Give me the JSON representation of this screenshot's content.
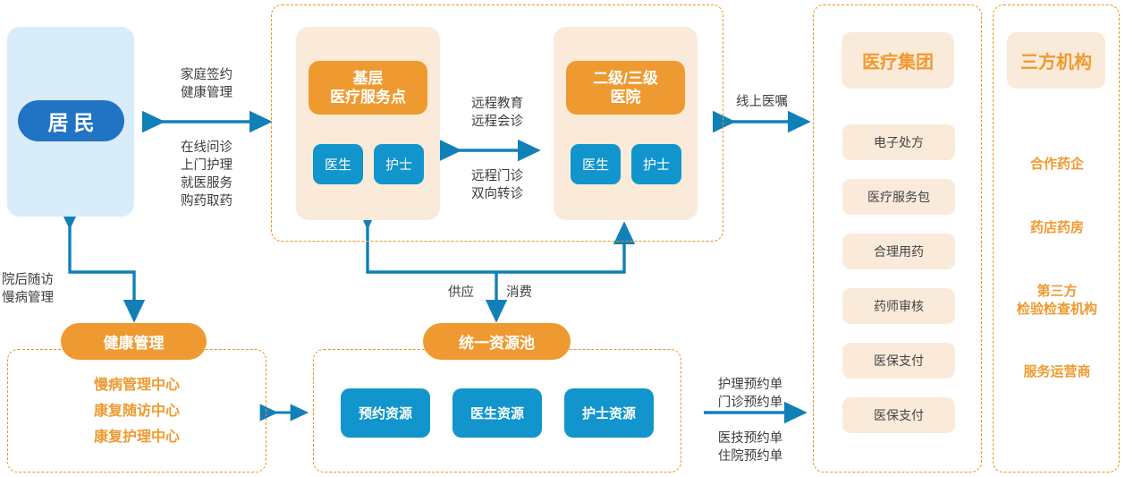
{
  "colors": {
    "blue_dark": "#2173c4",
    "blue": "#1195cc",
    "orange": "#ef9a30",
    "beige": "#faeada",
    "dash": "#f0921e",
    "light_blue_panel": "#d8ecfa",
    "arrow": "#1180b8",
    "text": "#3c3c3c"
  },
  "resident": {
    "label": "居民"
  },
  "core": {
    "orgs": [
      {
        "title": "基层\n医疗服务点",
        "roles": [
          "医生",
          "护士"
        ]
      },
      {
        "title": "二级/三级\n医院",
        "roles": [
          "医生",
          "护士"
        ]
      }
    ],
    "between_top": "远程教育\n远程会诊",
    "between_bottom": "远程门诊\n双向转诊"
  },
  "links": {
    "resident_top": "家庭签约\n健康管理",
    "resident_bottom": "在线问诊\n上门护理\n就医服务\n购药取药",
    "hospital_to_group": "线上医嘱",
    "post_discharge": "院后随访\n慢病管理",
    "supply": "供应",
    "consume": "消费",
    "orders_top": "护理预约单\n门诊预约单",
    "orders_bottom": "医技预约单\n住院预约单"
  },
  "health_mgmt": {
    "title": "健康管理",
    "items": [
      "慢病管理中心",
      "康复随访中心",
      "康复护理中心"
    ]
  },
  "resource_pool": {
    "title": "统一资源池",
    "items": [
      "预约资源",
      "医生资源",
      "护士资源"
    ]
  },
  "medical_group": {
    "title": "医疗集团",
    "items": [
      "电子处方",
      "医疗服务包",
      "合理用药",
      "药师审核",
      "医保支付",
      "医保支付"
    ]
  },
  "third_party": {
    "title": "三方机构",
    "items": [
      "合作药企",
      "药店药房",
      "第三方\n检验检查机构",
      "服务运营商"
    ]
  }
}
